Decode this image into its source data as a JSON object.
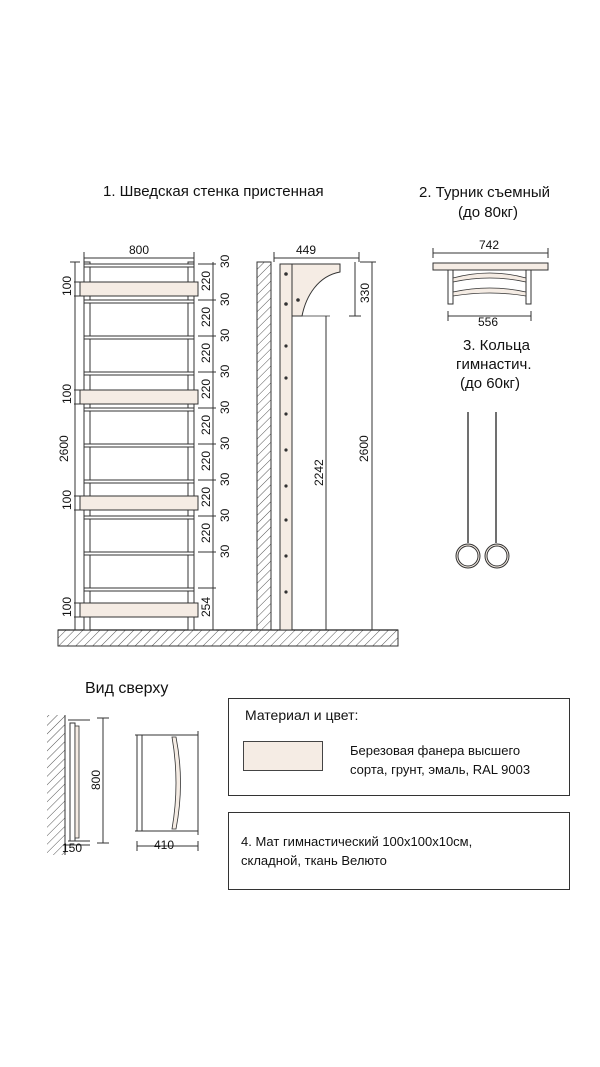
{
  "titles": {
    "wall_bars": "1. Шведская стенка пристенная",
    "pullup_bar_line1": "2. Турник съемный",
    "pullup_bar_line2": "(до 80кг)",
    "rings_line1": "3. Кольца",
    "rings_line2": "гимнастич.",
    "rings_line3": "(до 60кг)",
    "top_view": "Вид сверху"
  },
  "dimensions": {
    "width": "800",
    "height": "2600",
    "side_depth": "449",
    "bracket_height": "330",
    "side_height": "2242",
    "side_total": "2600",
    "bar_width": "742",
    "bar_inner": "556",
    "top_width": "800",
    "top_depth": "150",
    "top_bar_depth": "410",
    "board": "100",
    "right_dims": [
      "30",
      "220",
      "30",
      "220",
      "30",
      "220",
      "30",
      "220",
      "30",
      "220",
      "30",
      "220",
      "30",
      "220",
      "30",
      "220",
      "30",
      "254"
    ]
  },
  "material": {
    "title": "Материал и цвет:",
    "line1": "Березовая фанера высшего",
    "line2": "сорта, грунт, эмаль,  RAL 9003",
    "swatch_color": "#f5ece4"
  },
  "mat": {
    "line1": "4. Мат гимнастический 100х100х10см,",
    "line2": "складной, ткань Велюто"
  }
}
